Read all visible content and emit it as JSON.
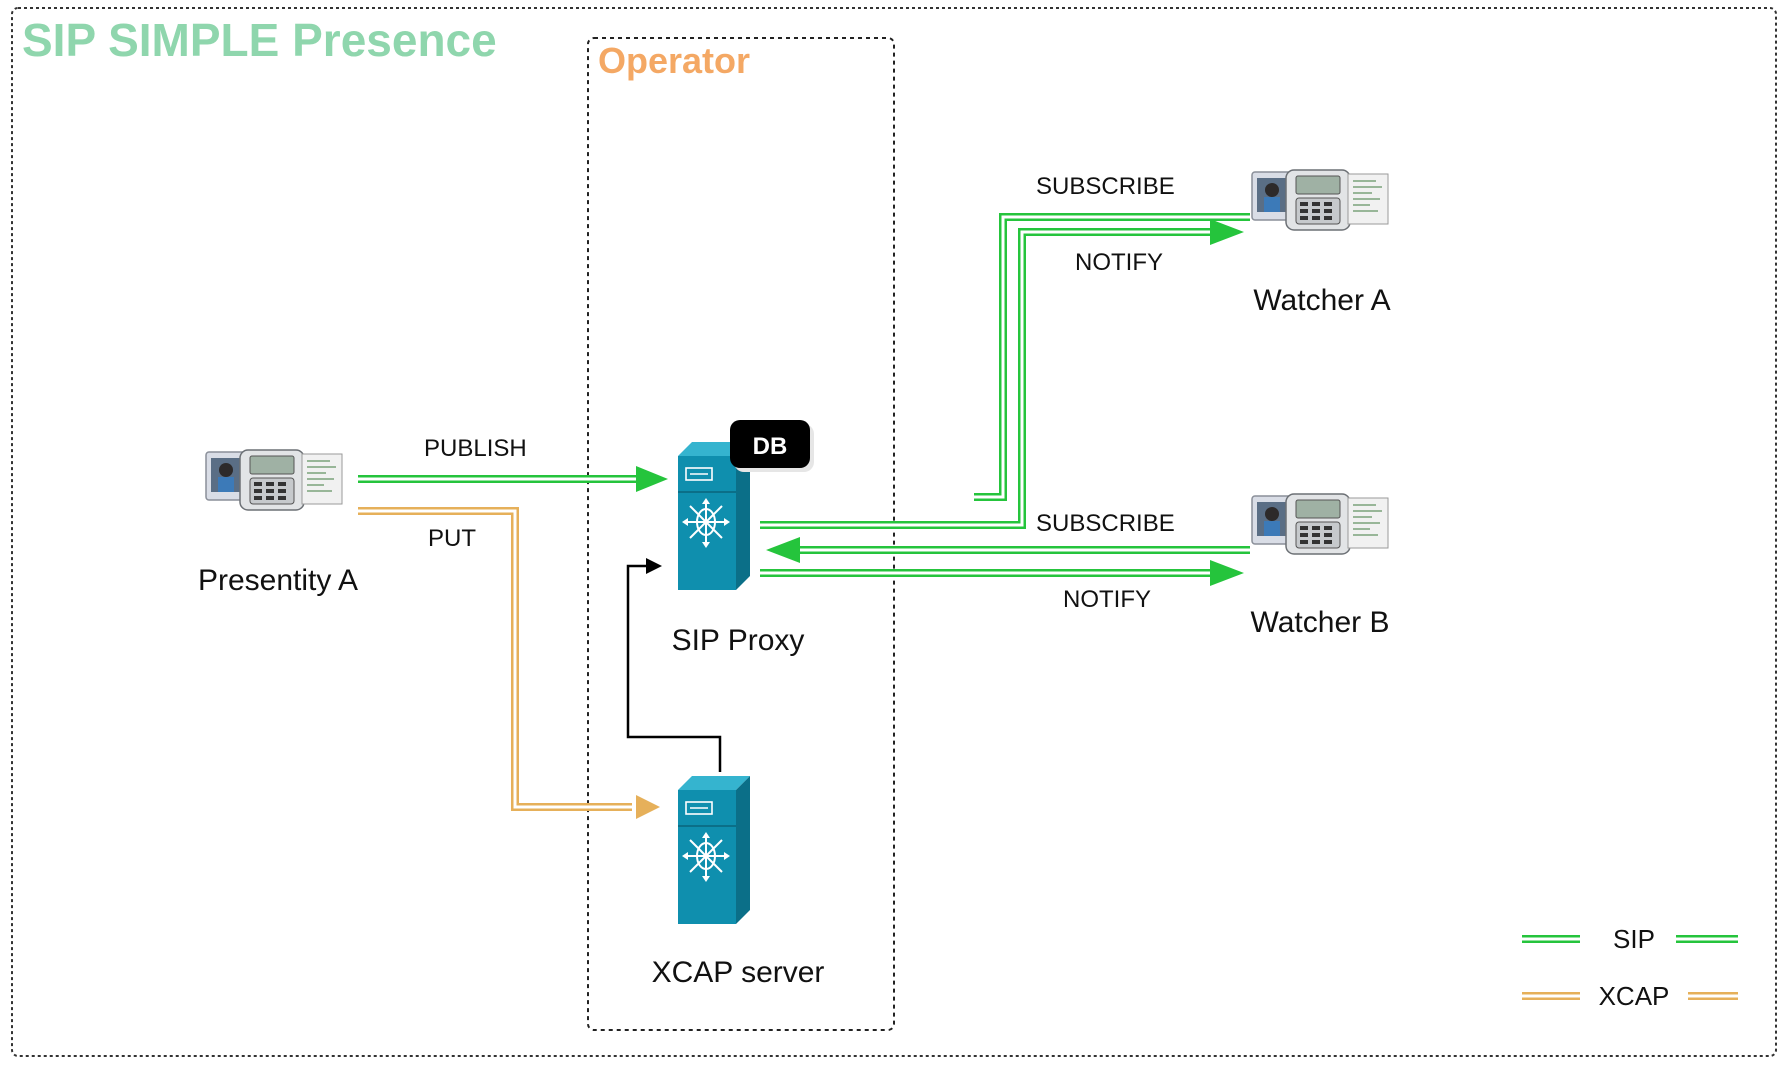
{
  "title": "SIP SIMPLE Presence",
  "operator_label": "Operator",
  "nodes": {
    "presentity_a": "Presentity A",
    "watcher_a": "Watcher A",
    "watcher_b": "Watcher B",
    "sip_proxy": "SIP Proxy",
    "xcap_server": "XCAP server",
    "db": "DB"
  },
  "messages": {
    "publish": "PUBLISH",
    "put": "PUT",
    "subscribe_a": "SUBSCRIBE",
    "notify_a": "NOTIFY",
    "subscribe_b": "SUBSCRIBE",
    "notify_b": "NOTIFY"
  },
  "legend": {
    "sip": "SIP",
    "xcap": "XCAP"
  },
  "colors": {
    "title": "#8fd6ad",
    "operator": "#f4a864",
    "sip": "#25c43c",
    "xcap": "#e6b05a",
    "server": "#0f8fae",
    "server_dark": "#0b6f88",
    "control": "#000000"
  }
}
